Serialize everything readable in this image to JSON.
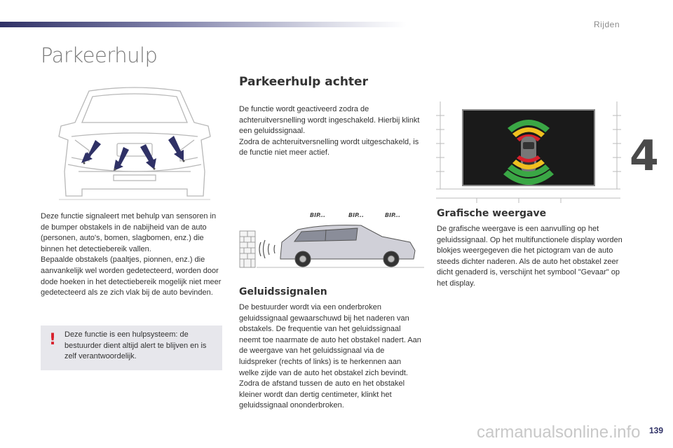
{
  "header": {
    "section": "Rijden"
  },
  "page_title": "Parkeerhulp",
  "chapter_number": "4",
  "left": {
    "paragraphs": [
      "Deze functie signaleert met behulp van sensoren in de bumper obstakels in de nabijheid van de auto (personen, auto's, bomen, slagbomen, enz.) die binnen het detectiebereik vallen.",
      "Bepaalde obstakels (paaltjes, pionnen, enz.) die aanvankelijk wel worden gedetecteerd, worden door dode hoeken in het detectiebereik mogelijk niet meer gedetecteerd als ze zich vlak bij de auto bevinden."
    ],
    "warning": {
      "icon": "exclamation-icon",
      "text": "Deze functie is een hulpsysteem: de bestuurder dient altijd alert te blijven en is zelf verantwoordelijk."
    }
  },
  "middle": {
    "heading": "Parkeerhulp achter",
    "paragraphs": [
      "De functie wordt geactiveerd zodra de achteruitversnelling wordt ingeschakeld. Hierbij klinkt een geluidssignaal.",
      "Zodra de achteruitversnelling wordt uitgeschakeld, is de functie niet meer actief."
    ],
    "beeps": [
      "BIP...",
      "BIP...",
      "BIP..."
    ],
    "sound_heading": "Geluidssignalen",
    "sound_text": "De bestuurder wordt via een onderbroken geluidssignaal gewaarschuwd bij het naderen van obstakels. De frequentie van het geluidssignaal neemt toe naarmate de auto het obstakel nadert. Aan de weergave van het geluidssignaal via de luidspreker (rechts of links) is te herkennen aan welke zijde van de auto het obstakel zich bevindt. Zodra de afstand tussen de auto en het obstakel kleiner wordt dan dertig centimeter, klinkt het geluidssignaal ononderbroken."
  },
  "right": {
    "heading": "Grafische weergave",
    "text": "De grafische weergave is een aanvulling op het geluidssignaal. Op het multifunctionele display worden blokjes weergegeven die het pictogram van de auto steeds dichter naderen. Als de auto het obstakel zeer dicht genaderd is, verschijnt het symbool \"Gevaar\" op het display."
  },
  "page_number": "139",
  "watermark": "carmanualsonline.info",
  "colors": {
    "accent": "#2f3166",
    "warning": "#d8202c",
    "sensor_green": "#3aa745",
    "sensor_yellow": "#f0c020",
    "sensor_red": "#d8202c"
  }
}
